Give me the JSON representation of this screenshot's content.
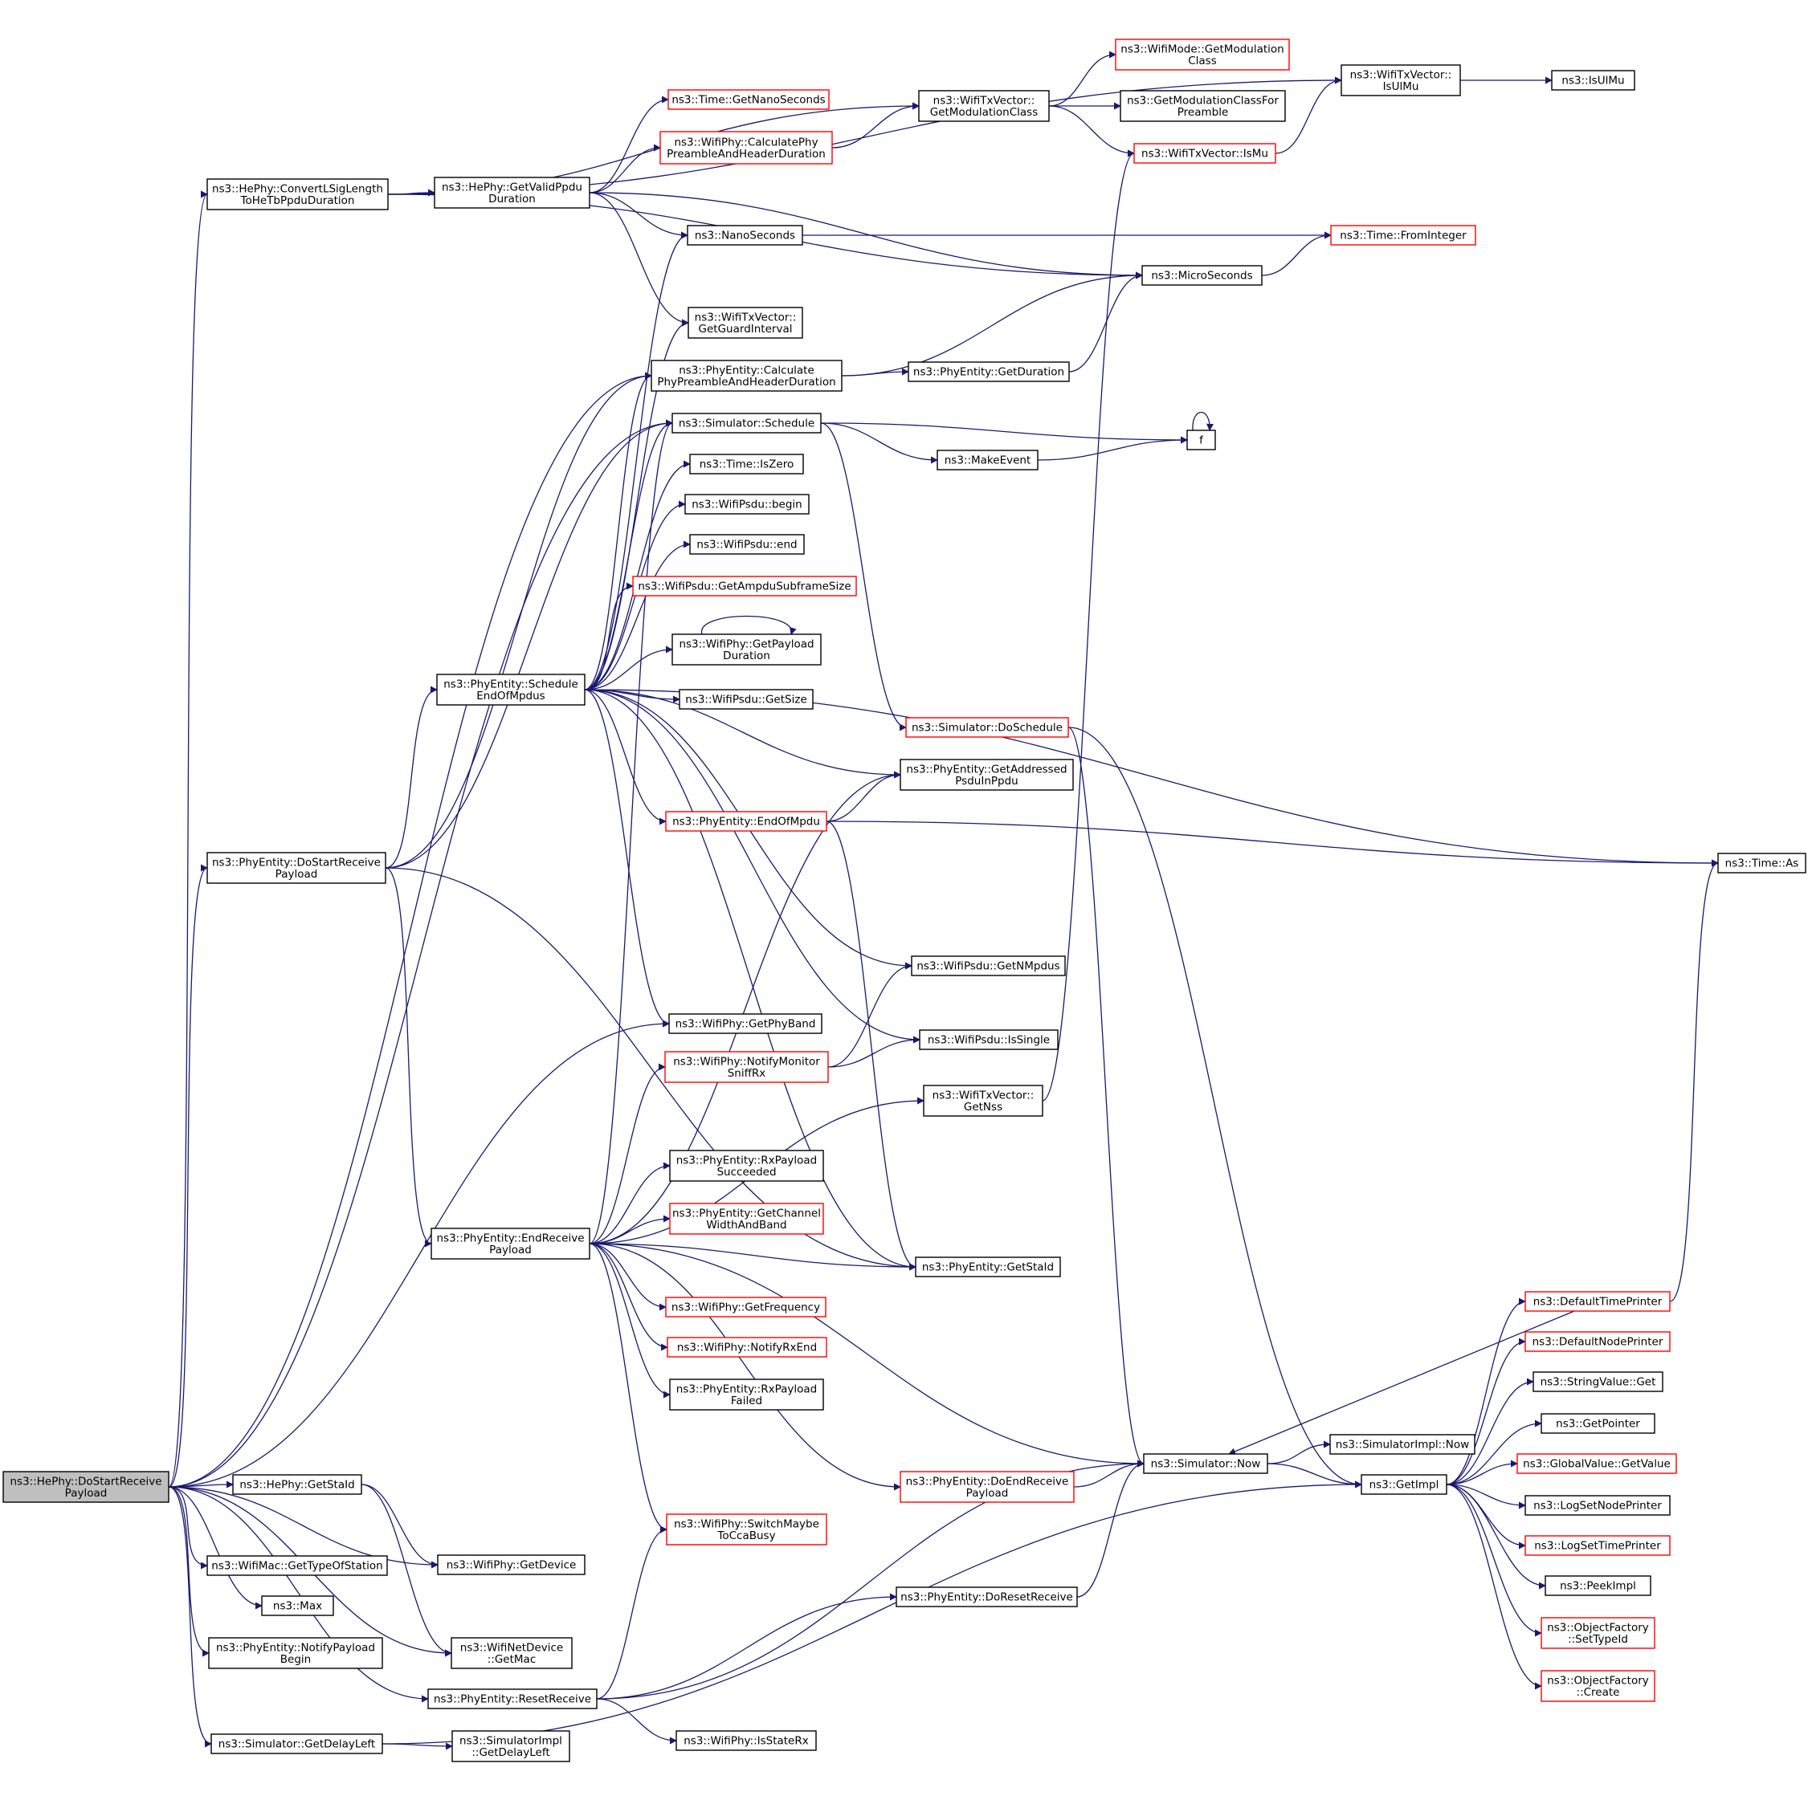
{
  "colors": {
    "edge": "#191970",
    "border_normal": "#000000",
    "border_truncated": "#ff0000",
    "root_fill": "#bfbfbf",
    "node_fill": "#ffffff"
  },
  "nodes": {
    "root": {
      "label": [
        "ns3::HePhy::DoStartReceive",
        "Payload"
      ],
      "kind": "root"
    },
    "convertLSig": {
      "label": [
        "ns3::HePhy::ConvertLSigLength",
        "ToHeTbPpduDuration"
      ],
      "kind": "normal"
    },
    "getValidPpdu": {
      "label": [
        "ns3::HePhy::GetValidPpdu",
        "Duration"
      ],
      "kind": "normal"
    },
    "timeGetNano": {
      "label": [
        "ns3::Time::GetNanoSeconds"
      ],
      "kind": "truncated"
    },
    "calcPhyPreamble": {
      "label": [
        "ns3::WifiPhy::CalculatePhy",
        "PreambleAndHeaderDuration"
      ],
      "kind": "truncated"
    },
    "getModClass": {
      "label": [
        "ns3::WifiTxVector::",
        "GetModulationClass"
      ],
      "kind": "normal"
    },
    "modeGetModClass": {
      "label": [
        "ns3::WifiMode::GetModulation",
        "Class"
      ],
      "kind": "truncated"
    },
    "getModClassPreamble": {
      "label": [
        "ns3::GetModulationClassFor",
        "Preamble"
      ],
      "kind": "normal"
    },
    "isMu": {
      "label": [
        "ns3::WifiTxVector::IsMu"
      ],
      "kind": "truncated"
    },
    "isUlMuVec": {
      "label": [
        "ns3::WifiTxVector::",
        "IsUlMu"
      ],
      "kind": "normal"
    },
    "isUlMu": {
      "label": [
        "ns3::IsUlMu"
      ],
      "kind": "normal"
    },
    "nanoSeconds": {
      "label": [
        "ns3::NanoSeconds"
      ],
      "kind": "normal"
    },
    "fromInteger": {
      "label": [
        "ns3::Time::FromInteger"
      ],
      "kind": "truncated"
    },
    "microSeconds": {
      "label": [
        "ns3::MicroSeconds"
      ],
      "kind": "normal"
    },
    "getGuard": {
      "label": [
        "ns3::WifiTxVector::",
        "GetGuardInterval"
      ],
      "kind": "normal"
    },
    "peCalcPreamble": {
      "label": [
        "ns3::PhyEntity::Calculate",
        "PhyPreambleAndHeaderDuration"
      ],
      "kind": "normal"
    },
    "peGetDuration": {
      "label": [
        "ns3::PhyEntity::GetDuration"
      ],
      "kind": "normal"
    },
    "schedule": {
      "label": [
        "ns3::Simulator::Schedule"
      ],
      "kind": "normal"
    },
    "makeEvent": {
      "label": [
        "ns3::MakeEvent"
      ],
      "kind": "normal"
    },
    "f": {
      "label": [
        "f"
      ],
      "kind": "normal"
    },
    "isZero": {
      "label": [
        "ns3::Time::IsZero"
      ],
      "kind": "normal"
    },
    "psduBegin": {
      "label": [
        "ns3::WifiPsdu::begin"
      ],
      "kind": "normal"
    },
    "psduEnd": {
      "label": [
        "ns3::WifiPsdu::end"
      ],
      "kind": "normal"
    },
    "ampduSize": {
      "label": [
        "ns3::WifiPsdu::GetAmpduSubframeSize"
      ],
      "kind": "truncated"
    },
    "getPayloadDur": {
      "label": [
        "ns3::WifiPhy::GetPayload",
        "Duration"
      ],
      "kind": "normal"
    },
    "psduGetSize": {
      "label": [
        "ns3::WifiPsdu::GetSize"
      ],
      "kind": "normal"
    },
    "scheduleEndMpdus": {
      "label": [
        "ns3::PhyEntity::Schedule",
        "EndOfMpdus"
      ],
      "kind": "normal"
    },
    "doSchedule": {
      "label": [
        "ns3::Simulator::DoSchedule"
      ],
      "kind": "truncated"
    },
    "getAddressed": {
      "label": [
        "ns3::PhyEntity::GetAddressed",
        "PsduInPpdu"
      ],
      "kind": "normal"
    },
    "endOfMpdu": {
      "label": [
        "ns3::PhyEntity::EndOfMpdu"
      ],
      "kind": "truncated"
    },
    "timeAs": {
      "label": [
        "ns3::Time::As"
      ],
      "kind": "normal"
    },
    "doStartRecv": {
      "label": [
        "ns3::PhyEntity::DoStartReceive",
        "Payload"
      ],
      "kind": "normal"
    },
    "getNMpdus": {
      "label": [
        "ns3::WifiPsdu::GetNMpdus"
      ],
      "kind": "normal"
    },
    "getPhyBand": {
      "label": [
        "ns3::WifiPhy::GetPhyBand"
      ],
      "kind": "normal"
    },
    "isSingle": {
      "label": [
        "ns3::WifiPsdu::IsSingle"
      ],
      "kind": "normal"
    },
    "notifyMonitor": {
      "label": [
        "ns3::WifiPhy::NotifyMonitor",
        "SniffRx"
      ],
      "kind": "truncated"
    },
    "getNss": {
      "label": [
        "ns3::WifiTxVector::",
        "GetNss"
      ],
      "kind": "normal"
    },
    "rxSucceeded": {
      "label": [
        "ns3::PhyEntity::RxPayload",
        "Succeeded"
      ],
      "kind": "normal"
    },
    "getChannelWidth": {
      "label": [
        "ns3::PhyEntity::GetChannel",
        "WidthAndBand"
      ],
      "kind": "truncated"
    },
    "endRecvPayload": {
      "label": [
        "ns3::PhyEntity::EndReceive",
        "Payload"
      ],
      "kind": "normal"
    },
    "peGetStaId": {
      "label": [
        "ns3::PhyEntity::GetStaId"
      ],
      "kind": "normal"
    },
    "getFrequency": {
      "label": [
        "ns3::WifiPhy::GetFrequency"
      ],
      "kind": "truncated"
    },
    "notifyRxEnd": {
      "label": [
        "ns3::WifiPhy::NotifyRxEnd"
      ],
      "kind": "truncated"
    },
    "rxFailed": {
      "label": [
        "ns3::PhyEntity::RxPayload",
        "Failed"
      ],
      "kind": "normal"
    },
    "defaultTimePrinter": {
      "label": [
        "ns3::DefaultTimePrinter"
      ],
      "kind": "truncated"
    },
    "defaultNodePrinter": {
      "label": [
        "ns3::DefaultNodePrinter"
      ],
      "kind": "truncated"
    },
    "stringValueGet": {
      "label": [
        "ns3::StringValue::Get"
      ],
      "kind": "normal"
    },
    "getPointer": {
      "label": [
        "ns3::GetPointer"
      ],
      "kind": "normal"
    },
    "simNow": {
      "label": [
        "ns3::Simulator::Now"
      ],
      "kind": "normal"
    },
    "simImplNow": {
      "label": [
        "ns3::SimulatorImpl::Now"
      ],
      "kind": "normal"
    },
    "globalValueGet": {
      "label": [
        "ns3::GlobalValue::GetValue"
      ],
      "kind": "truncated"
    },
    "doEndRecv": {
      "label": [
        "ns3::PhyEntity::DoEndReceive",
        "Payload"
      ],
      "kind": "truncated"
    },
    "getImpl": {
      "label": [
        "ns3::GetImpl"
      ],
      "kind": "normal"
    },
    "logSetNode": {
      "label": [
        "ns3::LogSetNodePrinter"
      ],
      "kind": "normal"
    },
    "heGetStaId": {
      "label": [
        "ns3::HePhy::GetStaId"
      ],
      "kind": "normal"
    },
    "switchMaybe": {
      "label": [
        "ns3::WifiPhy::SwitchMaybe",
        "ToCcaBusy"
      ],
      "kind": "truncated"
    },
    "logSetTime": {
      "label": [
        "ns3::LogSetTimePrinter"
      ],
      "kind": "truncated"
    },
    "getTypeOfStation": {
      "label": [
        "ns3::WifiMac::GetTypeOfStation"
      ],
      "kind": "normal"
    },
    "getDevice": {
      "label": [
        "ns3::WifiPhy::GetDevice"
      ],
      "kind": "normal"
    },
    "peekImpl": {
      "label": [
        "ns3::PeekImpl"
      ],
      "kind": "normal"
    },
    "doResetRecv": {
      "label": [
        "ns3::PhyEntity::DoResetReceive"
      ],
      "kind": "normal"
    },
    "max": {
      "label": [
        "ns3::Max"
      ],
      "kind": "normal"
    },
    "setTypeId": {
      "label": [
        "ns3::ObjectFactory",
        "::SetTypeId"
      ],
      "kind": "truncated"
    },
    "notifyPayloadBegin": {
      "label": [
        "ns3::PhyEntity::NotifyPayload",
        "Begin"
      ],
      "kind": "normal"
    },
    "getMac": {
      "label": [
        "ns3::WifiNetDevice",
        "::GetMac"
      ],
      "kind": "normal"
    },
    "factoryCreate": {
      "label": [
        "ns3::ObjectFactory",
        "::Create"
      ],
      "kind": "truncated"
    },
    "resetRecv": {
      "label": [
        "ns3::PhyEntity::ResetReceive"
      ],
      "kind": "normal"
    },
    "isStateRx": {
      "label": [
        "ns3::WifiPhy::IsStateRx"
      ],
      "kind": "normal"
    },
    "getDelayLeft": {
      "label": [
        "ns3::Simulator::GetDelayLeft"
      ],
      "kind": "normal"
    },
    "implGetDelayLeft": {
      "label": [
        "ns3::SimulatorImpl",
        "::GetDelayLeft"
      ],
      "kind": "normal"
    }
  },
  "edges": [
    [
      "root",
      "convertLSig"
    ],
    [
      "root",
      "peCalcPreamble"
    ],
    [
      "root",
      "schedule"
    ],
    [
      "root",
      "doStartRecv"
    ],
    [
      "root",
      "getPhyBand"
    ],
    [
      "root",
      "heGetStaId"
    ],
    [
      "root",
      "getDevice"
    ],
    [
      "root",
      "getTypeOfStation"
    ],
    [
      "root",
      "max"
    ],
    [
      "root",
      "notifyPayloadBegin"
    ],
    [
      "root",
      "getMac"
    ],
    [
      "root",
      "resetRecv"
    ],
    [
      "root",
      "getDelayLeft"
    ],
    [
      "convertLSig",
      "getValidPpdu"
    ],
    [
      "convertLSig",
      "getModClass"
    ],
    [
      "convertLSig",
      "isUlMuVec"
    ],
    [
      "convertLSig",
      "microSeconds"
    ],
    [
      "getValidPpdu",
      "timeGetNano"
    ],
    [
      "getValidPpdu",
      "calcPhyPreamble"
    ],
    [
      "getValidPpdu",
      "nanoSeconds"
    ],
    [
      "getValidPpdu",
      "getGuard"
    ],
    [
      "getValidPpdu",
      "microSeconds"
    ],
    [
      "calcPhyPreamble",
      "getModClass"
    ],
    [
      "getModClass",
      "modeGetModClass"
    ],
    [
      "getModClass",
      "getModClassPreamble"
    ],
    [
      "getModClass",
      "isMu"
    ],
    [
      "isMu",
      "isUlMuVec"
    ],
    [
      "isUlMuVec",
      "isUlMu"
    ],
    [
      "nanoSeconds",
      "fromInteger"
    ],
    [
      "microSeconds",
      "fromInteger"
    ],
    [
      "peCalcPreamble",
      "microSeconds"
    ],
    [
      "peCalcPreamble",
      "peGetDuration"
    ],
    [
      "peGetDuration",
      "microSeconds"
    ],
    [
      "schedule",
      "f"
    ],
    [
      "schedule",
      "makeEvent"
    ],
    [
      "schedule",
      "doSchedule"
    ],
    [
      "makeEvent",
      "f"
    ],
    [
      "f",
      "f"
    ],
    [
      "scheduleEndMpdus",
      "nanoSeconds"
    ],
    [
      "scheduleEndMpdus",
      "getGuard"
    ],
    [
      "scheduleEndMpdus",
      "peCalcPreamble"
    ],
    [
      "scheduleEndMpdus",
      "schedule"
    ],
    [
      "scheduleEndMpdus",
      "isZero"
    ],
    [
      "scheduleEndMpdus",
      "psduBegin"
    ],
    [
      "scheduleEndMpdus",
      "psduEnd"
    ],
    [
      "scheduleEndMpdus",
      "ampduSize"
    ],
    [
      "scheduleEndMpdus",
      "getPayloadDur"
    ],
    [
      "scheduleEndMpdus",
      "psduGetSize"
    ],
    [
      "scheduleEndMpdus",
      "getAddressed"
    ],
    [
      "scheduleEndMpdus",
      "endOfMpdu"
    ],
    [
      "scheduleEndMpdus",
      "timeAs"
    ],
    [
      "scheduleEndMpdus",
      "getNMpdus"
    ],
    [
      "scheduleEndMpdus",
      "getPhyBand"
    ],
    [
      "scheduleEndMpdus",
      "isSingle"
    ],
    [
      "scheduleEndMpdus",
      "peGetStaId"
    ],
    [
      "getPayloadDur",
      "getPayloadDur"
    ],
    [
      "doSchedule",
      "simNow"
    ],
    [
      "doSchedule",
      "getImpl"
    ],
    [
      "endOfMpdu",
      "getAddressed"
    ],
    [
      "endOfMpdu",
      "timeAs"
    ],
    [
      "endOfMpdu",
      "peGetStaId"
    ],
    [
      "doStartRecv",
      "peCalcPreamble"
    ],
    [
      "doStartRecv",
      "schedule"
    ],
    [
      "doStartRecv",
      "scheduleEndMpdus"
    ],
    [
      "doStartRecv",
      "endRecvPayload"
    ],
    [
      "doStartRecv",
      "peGetStaId"
    ],
    [
      "endRecvPayload",
      "schedule"
    ],
    [
      "endRecvPayload",
      "getAddressed"
    ],
    [
      "endRecvPayload",
      "notifyMonitor"
    ],
    [
      "endRecvPayload",
      "getNss"
    ],
    [
      "endRecvPayload",
      "rxSucceeded"
    ],
    [
      "endRecvPayload",
      "getChannelWidth"
    ],
    [
      "endRecvPayload",
      "peGetStaId"
    ],
    [
      "endRecvPayload",
      "getFrequency"
    ],
    [
      "endRecvPayload",
      "notifyRxEnd"
    ],
    [
      "endRecvPayload",
      "rxFailed"
    ],
    [
      "endRecvPayload",
      "simNow"
    ],
    [
      "endRecvPayload",
      "doEndRecv"
    ],
    [
      "endRecvPayload",
      "switchMaybe"
    ],
    [
      "notifyMonitor",
      "getNMpdus"
    ],
    [
      "notifyMonitor",
      "isSingle"
    ],
    [
      "getNss",
      "isMu"
    ],
    [
      "defaultTimePrinter",
      "timeAs"
    ],
    [
      "defaultTimePrinter",
      "simNow"
    ],
    [
      "simNow",
      "simImplNow"
    ],
    [
      "simNow",
      "getImpl"
    ],
    [
      "doEndRecv",
      "simNow"
    ],
    [
      "doResetRecv",
      "simNow"
    ],
    [
      "getImpl",
      "defaultTimePrinter"
    ],
    [
      "getImpl",
      "defaultNodePrinter"
    ],
    [
      "getImpl",
      "stringValueGet"
    ],
    [
      "getImpl",
      "getPointer"
    ],
    [
      "getImpl",
      "globalValueGet"
    ],
    [
      "getImpl",
      "logSetNode"
    ],
    [
      "getImpl",
      "logSetTime"
    ],
    [
      "getImpl",
      "peekImpl"
    ],
    [
      "getImpl",
      "setTypeId"
    ],
    [
      "getImpl",
      "factoryCreate"
    ],
    [
      "heGetStaId",
      "getDevice"
    ],
    [
      "heGetStaId",
      "getMac"
    ],
    [
      "resetRecv",
      "switchMaybe"
    ],
    [
      "resetRecv",
      "doResetRecv"
    ],
    [
      "resetRecv",
      "simNow"
    ],
    [
      "resetRecv",
      "isStateRx"
    ],
    [
      "getDelayLeft",
      "implGetDelayLeft"
    ],
    [
      "getDelayLeft",
      "getImpl"
    ]
  ]
}
